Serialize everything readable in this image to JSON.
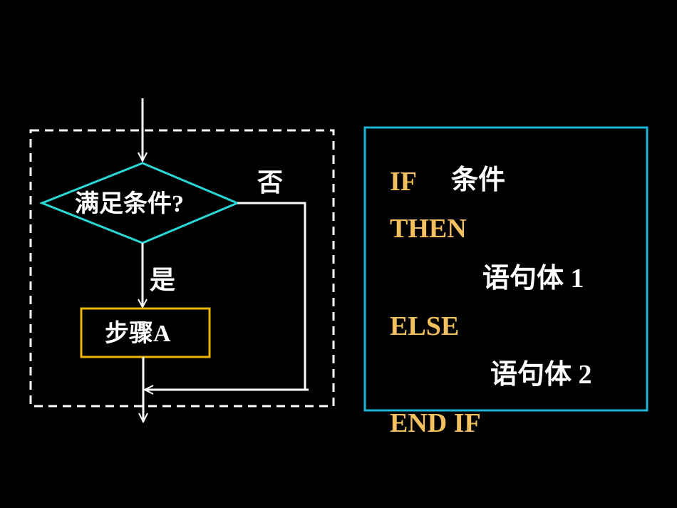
{
  "flowchart": {
    "decision": "满足条件?",
    "no_label": "否",
    "yes_label": "是",
    "step": "步骤A"
  },
  "code": {
    "if_kw": "IF",
    "condition": "条件",
    "then_kw": "THEN",
    "stmt1": "语句体 1",
    "else_kw": "ELSE",
    "stmt2": "语句体 2",
    "endif_kw": "END IF"
  },
  "colors": {
    "background": "#000000",
    "diamond": "#2ad8d8",
    "step_box": "#f0b400",
    "code_box": "#1cb6d6",
    "keyword": "#f2c05f",
    "text": "#ffffff"
  }
}
